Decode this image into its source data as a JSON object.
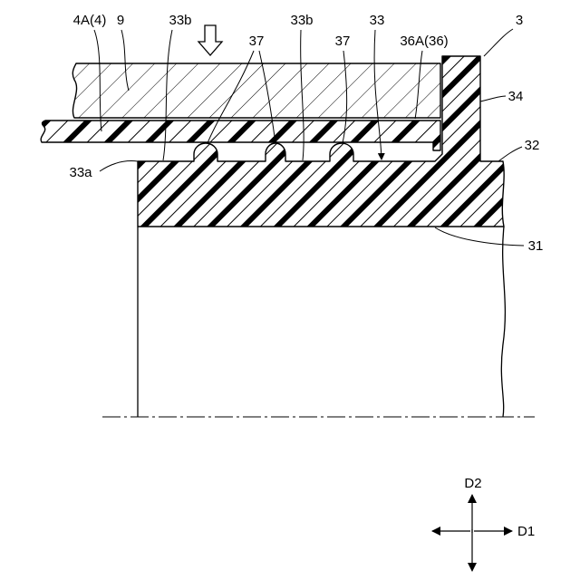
{
  "labels": {
    "ref_4A_4": "4A(4)",
    "ref_9": "9",
    "ref_33b_left": "33b",
    "ref_37_left": "37",
    "ref_33b_right": "33b",
    "ref_37_right": "37",
    "ref_33": "33",
    "ref_36A_36": "36A(36)",
    "ref_3": "3",
    "ref_34": "34",
    "ref_32": "32",
    "ref_33a": "33a",
    "ref_31": "31"
  },
  "axes": {
    "d2": "D2",
    "d1": "D1"
  },
  "colors": {
    "ink": "#000000",
    "paper": "#ffffff"
  }
}
